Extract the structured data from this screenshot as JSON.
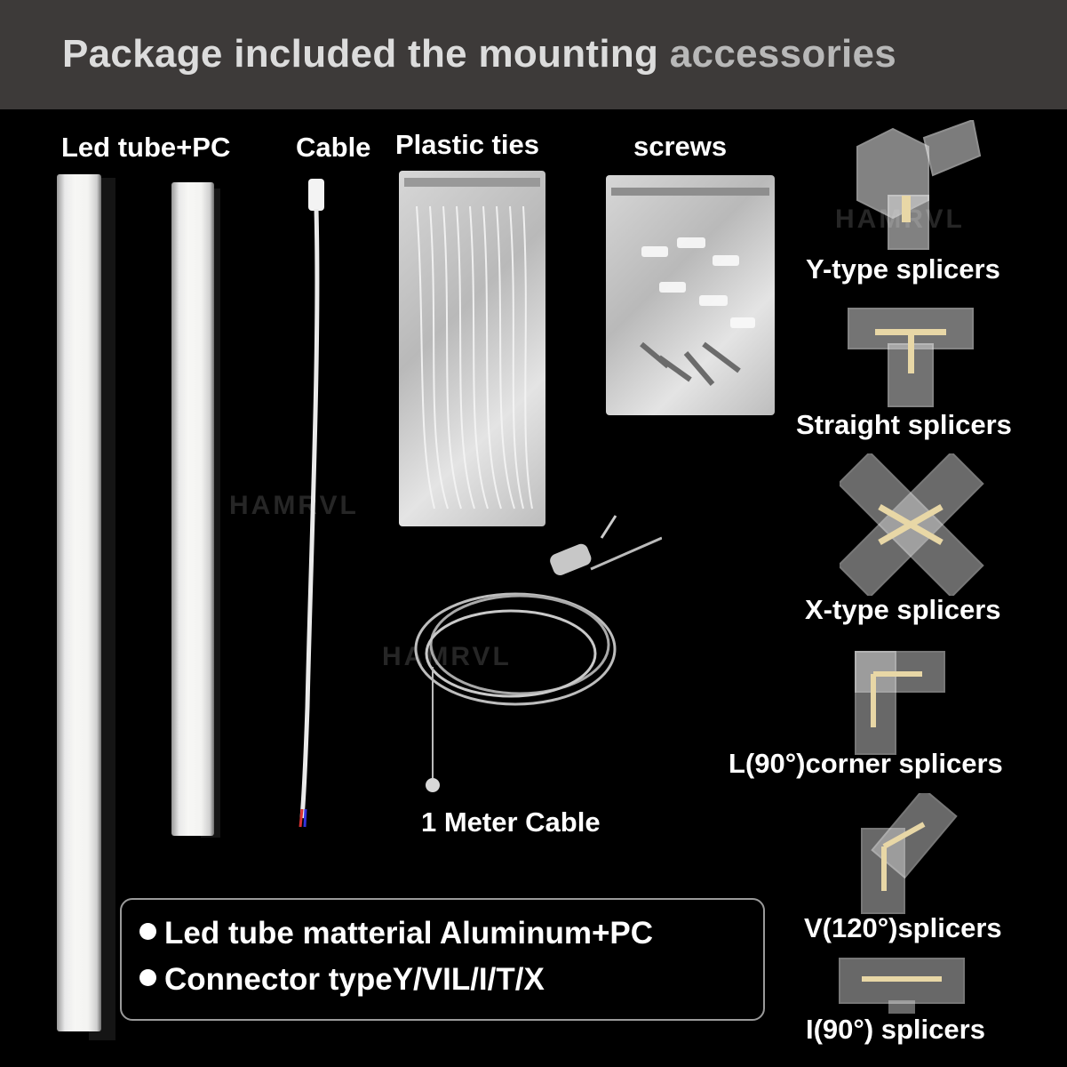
{
  "header": {
    "title_part1": "Package included the mounting",
    "title_part2": "accessories"
  },
  "labels": {
    "led_tube": "Led tube+PC",
    "cable": "Cable",
    "plastic_ties": "Plastic ties",
    "screws": "screws",
    "meter_cable": "1 Meter Cable"
  },
  "splicers": [
    {
      "name": "Y-type splicers"
    },
    {
      "name": "Straight splicers"
    },
    {
      "name": "X-type splicers"
    },
    {
      "name": "L(90°)corner splicers"
    },
    {
      "name": "V(120°)splicers"
    },
    {
      "name": "I(90°) splicers"
    }
  ],
  "features": [
    "Led tube matterial Aluminum+PC",
    "Connector typeY/VIL/I/T/X"
  ],
  "watermark": "HAMRVL"
}
